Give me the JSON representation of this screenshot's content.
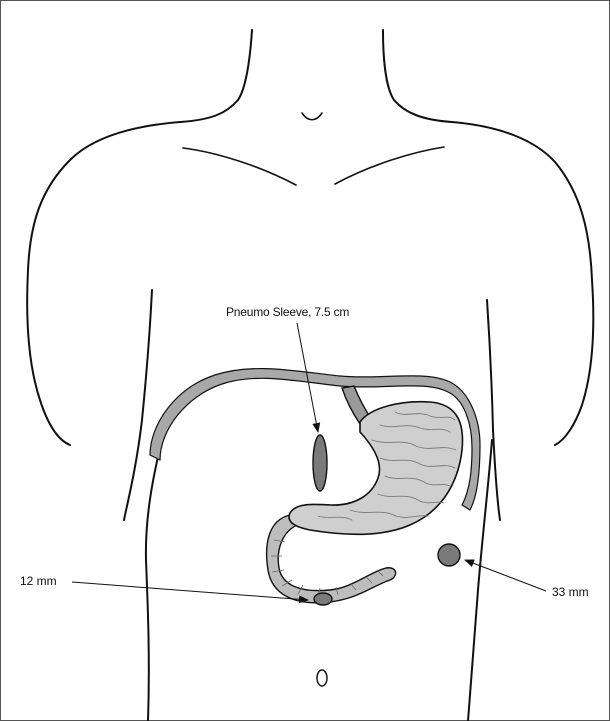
{
  "labels": {
    "pneumo_sleeve": "Pneumo Sleeve, 7.5 cm",
    "port_12mm": "12 mm",
    "port_33mm": "33 mm"
  },
  "colors": {
    "outline": "#111111",
    "port_fill": "#7a7a7a",
    "stomach_fill": "#cfcfcf",
    "stomach_detail": "#8a8a8a",
    "intestine_fill": "#bdbdbd",
    "rib_band_fill": "#a8a8a8"
  }
}
